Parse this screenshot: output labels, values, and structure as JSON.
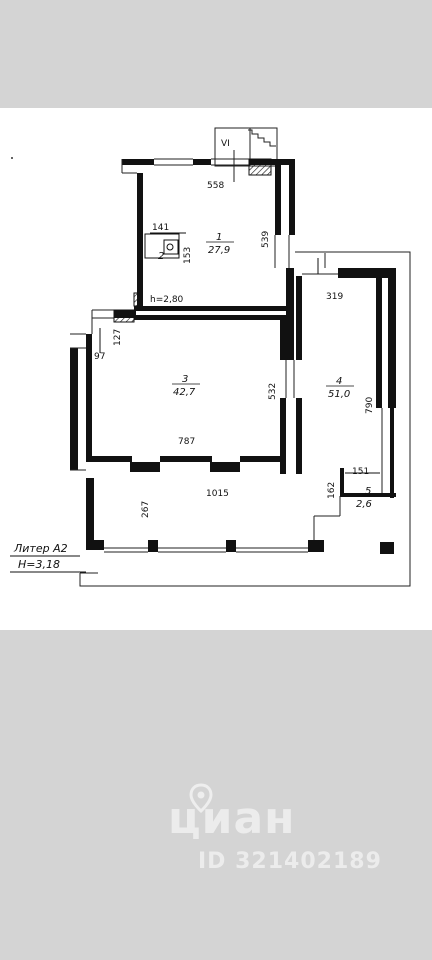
{
  "plan": {
    "stair_label": "VI",
    "height_note": "h=2,80",
    "dimensions": {
      "d558": "558",
      "d539": "539",
      "d141": "141",
      "d153": "153",
      "d319": "319",
      "d127": "127",
      "d97": "97",
      "d532": "532",
      "d790": "790",
      "d787": "787",
      "d1015": "1015",
      "d151": "151",
      "d162": "162",
      "d267": "267"
    },
    "rooms": [
      {
        "number": "1",
        "area": "27,9"
      },
      {
        "number": "2",
        "area": ""
      },
      {
        "number": "3",
        "area": "42,7"
      },
      {
        "number": "4",
        "area": "51,0"
      },
      {
        "number": "5",
        "area": "2,6"
      }
    ],
    "liter": "Литер А2",
    "liter_height": "H=3,18"
  },
  "watermark": {
    "brand": "циан",
    "listing_id": "ID 321402189",
    "icon": "location-pin-icon"
  }
}
